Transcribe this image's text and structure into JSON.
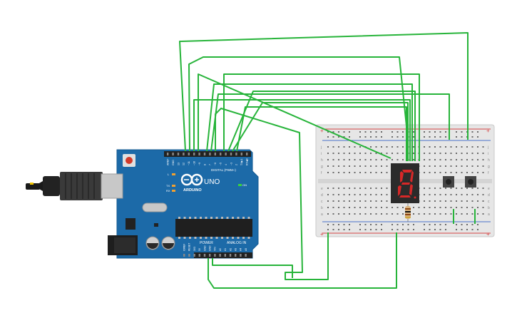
{
  "board": {
    "brand": "ARDUINO",
    "model": "UNO",
    "digital_label": "DIGITAL (PWM~)",
    "power_label": "POWER",
    "analog_label": "ANALOG IN",
    "on_label": "ON",
    "tx_label": "TX",
    "rx_label": "RX",
    "l_label": "L",
    "top_pins": [
      "AREF",
      "GND",
      "13",
      "12",
      "~11",
      "~10",
      "~9",
      "8",
      "7",
      "~6",
      "~5",
      "4",
      "~3",
      "2",
      "TX▶1",
      "RX◀0"
    ],
    "power_pins": [
      "IOREF",
      "RESET",
      "3V3",
      "5V",
      "GND",
      "GND",
      "VIN"
    ],
    "analog_pins": [
      "A0",
      "A1",
      "A2",
      "A3",
      "A4",
      "A5"
    ]
  },
  "breadboard": {
    "row_letters_top": [
      "j",
      "i",
      "h",
      "g",
      "f"
    ],
    "row_letters_bottom": [
      "e",
      "d",
      "c",
      "b",
      "a"
    ],
    "plus": "+",
    "minus": "−"
  },
  "colors": {
    "wire": "#27b43a",
    "board": "#1c6aa8",
    "breadboard": "#e6e6e6",
    "segment_on": "#d62828",
    "display_body": "#2b2b2b"
  }
}
